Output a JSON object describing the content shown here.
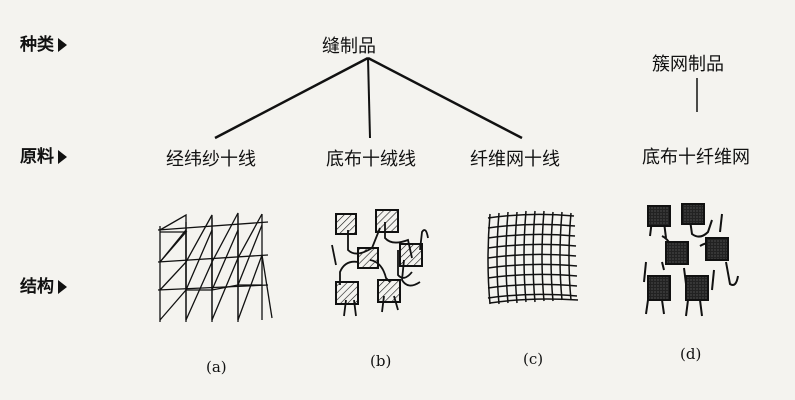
{
  "row_labels": {
    "kind": "种类",
    "material": "原料",
    "structure": "结构"
  },
  "kinds": {
    "stitch_products": "缝制品",
    "tufted_net_products": "簇网制品"
  },
  "materials": {
    "a": "经纬纱十线",
    "b": "底布十绒线",
    "c": "纤维网十线",
    "d": "底布十纤维网"
  },
  "captions": {
    "a": "(a)",
    "b": "(b)",
    "c": "(c)",
    "d": "(d)"
  }
}
